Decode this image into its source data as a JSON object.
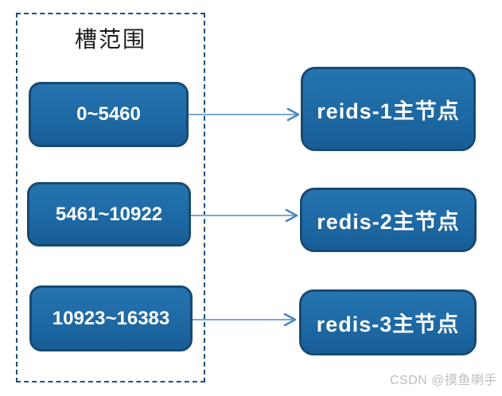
{
  "diagram": {
    "slot_group": {
      "title": "槽范围",
      "slots": [
        {
          "label": "0~5460"
        },
        {
          "label": "5461~10922"
        },
        {
          "label": "10923~16383"
        }
      ]
    },
    "nodes": [
      {
        "label": "reids-1主节点"
      },
      {
        "label": "redis-2主节点"
      },
      {
        "label": "redis-3主节点"
      }
    ],
    "edges": [
      {
        "from": "0~5460",
        "to": "reids-1主节点"
      },
      {
        "from": "5461~10922",
        "to": "redis-2主节点"
      },
      {
        "from": "10923~16383",
        "to": "redis-3主节点"
      }
    ],
    "colors": {
      "node_fill": "#1e69a4",
      "node_border": "#174a72",
      "node_text": "#ffffff",
      "dashed_border": "#1f4e79",
      "arrow_line": "#7ea6d3",
      "arrow_head": "#4b84c0",
      "title_text": "#1a1a1a",
      "watermark_text": "#bfbfbf",
      "background": "#ffffff"
    }
  },
  "watermark": "CSDN @摸鱼喇手"
}
